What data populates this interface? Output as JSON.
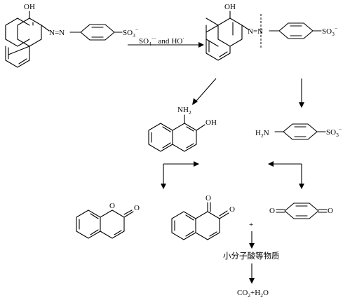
{
  "orange_ii": {
    "hydroxyl": "OH",
    "azo": "N=N",
    "sulfonate": "SO",
    "sulfonate_sub": "3",
    "sulfonate_charge": "−"
  },
  "step1_conditions": {
    "sulfate_radical": "SO",
    "sulfate_sub": "4",
    "sulfate_charge": "·−",
    "and": "and",
    "hydroxyl_radical": "HO",
    "hydroxyl_dot": "·"
  },
  "orange_ii_cleavage": {
    "hydroxyl": "OH",
    "azo": "N=N",
    "sulfonate": "SO",
    "sulfonate_sub": "3",
    "sulfonate_charge": "−"
  },
  "aminonaphthol": {
    "amine": "NH",
    "amine_sub": "2",
    "hydroxyl": "OH"
  },
  "sulfanilate": {
    "amine": "H",
    "amine_sub": "2",
    "amine_n": "N",
    "sulfonate": "SO",
    "sulfonate_sub": "3",
    "sulfonate_charge": "−"
  },
  "coumarin": {
    "ring_oxygen": "O",
    "carbonyl_oxygen": "O"
  },
  "naphthoquinone": {
    "oxygen_1": "O",
    "oxygen_2": "O"
  },
  "benzoquinone": {
    "oxygen_left": "O",
    "oxygen_right": "O"
  },
  "plus_sign": "+",
  "small_acids": "小分子酸等物质",
  "final_products": {
    "co2": "CO",
    "co2_sub": "2",
    "plus": "+H",
    "h2o_sub": "2",
    "h2o_o": "O"
  }
}
